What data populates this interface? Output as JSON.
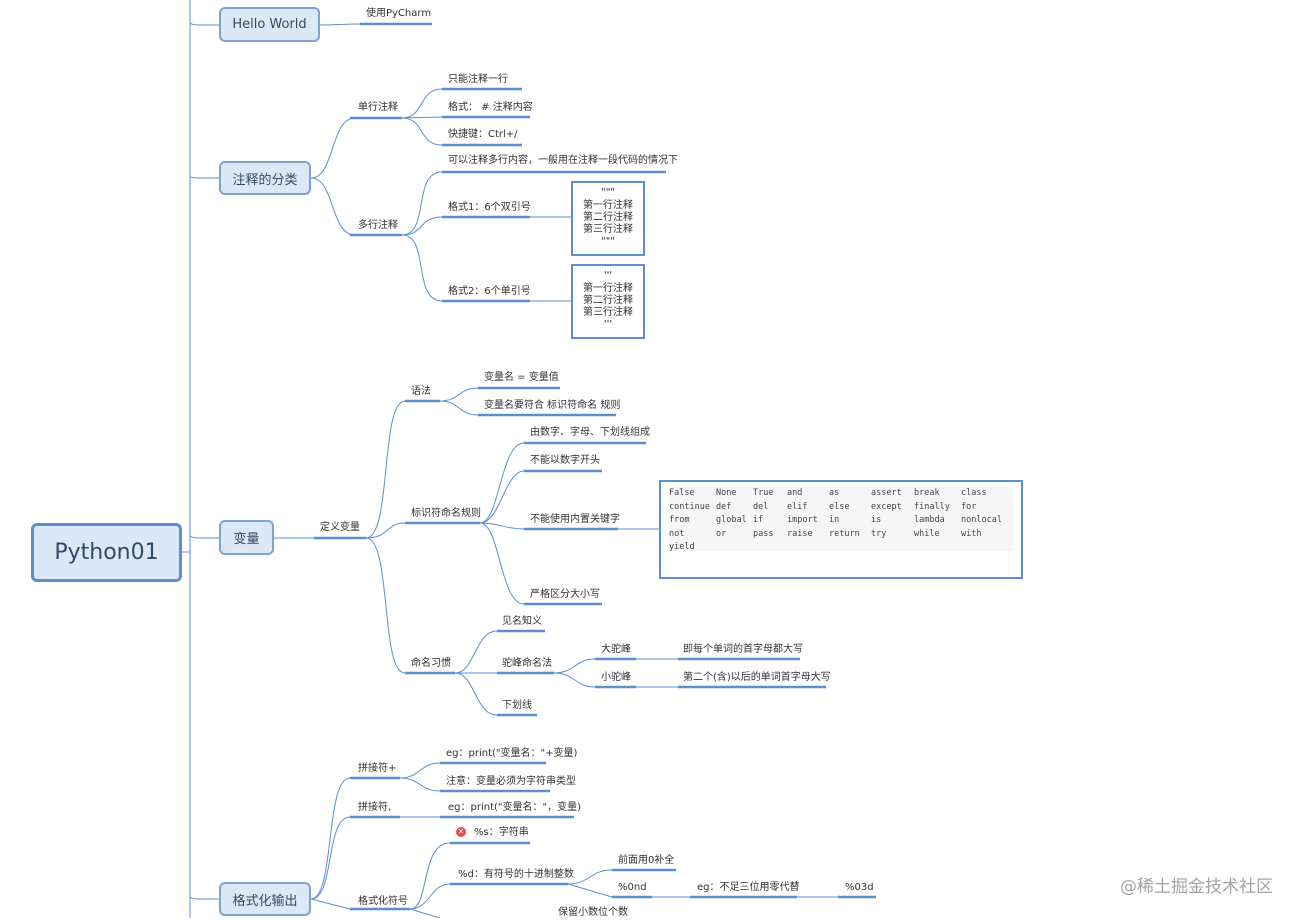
{
  "root": "Python01",
  "watermark": "@稀土掘金技术社区",
  "hello": {
    "title": "Hello World",
    "pycharm": "使用PyCharm"
  },
  "comments": {
    "title": "注释的分类",
    "single": {
      "label": "单行注释",
      "items": [
        "只能注释一行",
        "格式：  # 注释内容",
        "快捷键：Ctrl+/"
      ]
    },
    "multi": {
      "label": "多行注释",
      "desc": "可以注释多行内容，一般用在注释一段代码的情况下",
      "format1": "格式1：6个双引号",
      "format1_box": [
        "\"\"\"",
        "第一行注释",
        "第二行注释",
        "第三行注释",
        "\"\"\""
      ],
      "format2": "格式2：6个单引号",
      "format2_box": [
        "'''",
        "第一行注释",
        "第二行注释",
        "第三行注释",
        "'''"
      ]
    }
  },
  "variables": {
    "title": "变量",
    "define": "定义变量",
    "syntax": {
      "label": "语法",
      "items": [
        "变量名 =  变量值",
        "变量名要符合 标识符命名 规则"
      ]
    },
    "rules": {
      "label": "标识符命名规则",
      "items": [
        "由数字、字母、下划线组成",
        "不能以数字开头",
        "不能使用内置关键字",
        "严格区分大小写"
      ]
    },
    "keywords": [
      [
        "False",
        "None",
        "True",
        "and",
        "as",
        "assert",
        "break",
        "class"
      ],
      [
        "continue",
        "def",
        "del",
        "elif",
        "else",
        "except",
        "finally",
        "for"
      ],
      [
        "from",
        "global",
        "if",
        "import",
        "in",
        "is",
        "lambda",
        "nonlocal"
      ],
      [
        "not",
        "or",
        "pass",
        "raise",
        "return",
        "try",
        "while",
        "with"
      ],
      [
        "yield"
      ]
    ],
    "habits": {
      "label": "命名习惯",
      "meaning": "见名知义",
      "camel": "驼峰命名法",
      "big_camel": "大驼峰",
      "big_camel_desc": "即每个单词的首字母都大写",
      "small_camel": "小驼峰",
      "small_camel_desc": "第二个(含)以后的单词首字母大写",
      "underscore": "下划线"
    }
  },
  "format": {
    "title": "格式化输出",
    "concat_plus": {
      "label": "拼接符+",
      "example": "eg：print(\"变量名：\"+变量)",
      "note": "注意：变量必须为字符串类型"
    },
    "concat_comma": {
      "label": "拼接符,",
      "example": "eg：print(\"变量名：\"，变量)"
    },
    "placeholder": {
      "label": "格式化符号",
      "s": "%s：字符串",
      "d": "%d：有符号的十进制整数",
      "zero_pad": "前面用0补全",
      "nd": "%0nd",
      "nd_example": "eg：不足三位用零代替",
      "nd_code": "%03d",
      "decimals": "保留小数位个数"
    }
  }
}
